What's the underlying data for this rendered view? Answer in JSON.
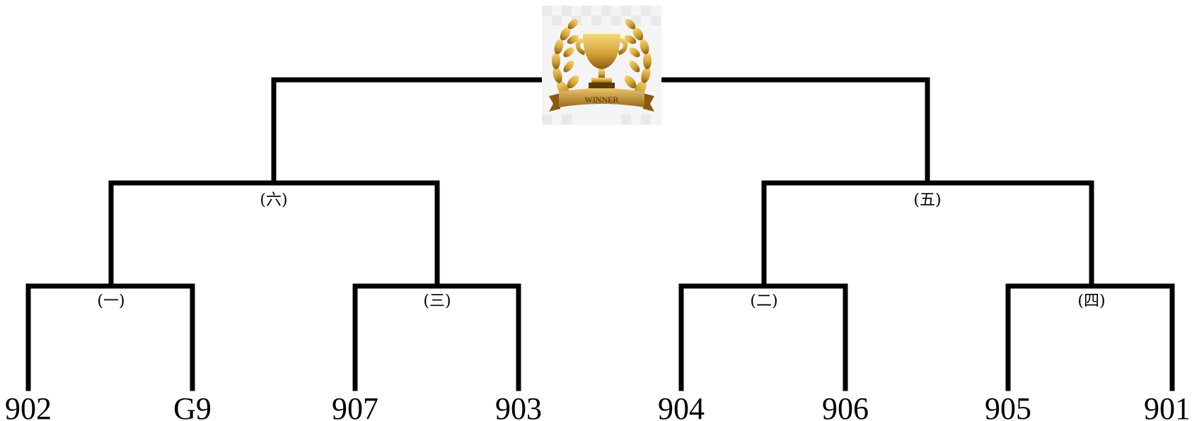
{
  "trophy": {
    "banner_text": "WINNER",
    "colors": {
      "gold": "#d4a437",
      "gold_dark": "#8a5a12",
      "gold_light": "#f6d77a",
      "banner": "#b8862b",
      "checker_light": "#f4f4f4",
      "checker_dark": "#e9e9e9"
    }
  },
  "bracket_color": "#000000",
  "matches": {
    "m1": "(一)",
    "m2": "(二)",
    "m3": "(三)",
    "m4": "(四)",
    "m5": "(五)",
    "m6": "(六)"
  },
  "teams": [
    "902",
    "G9",
    "907",
    "903",
    "904",
    "906",
    "905",
    "901"
  ]
}
